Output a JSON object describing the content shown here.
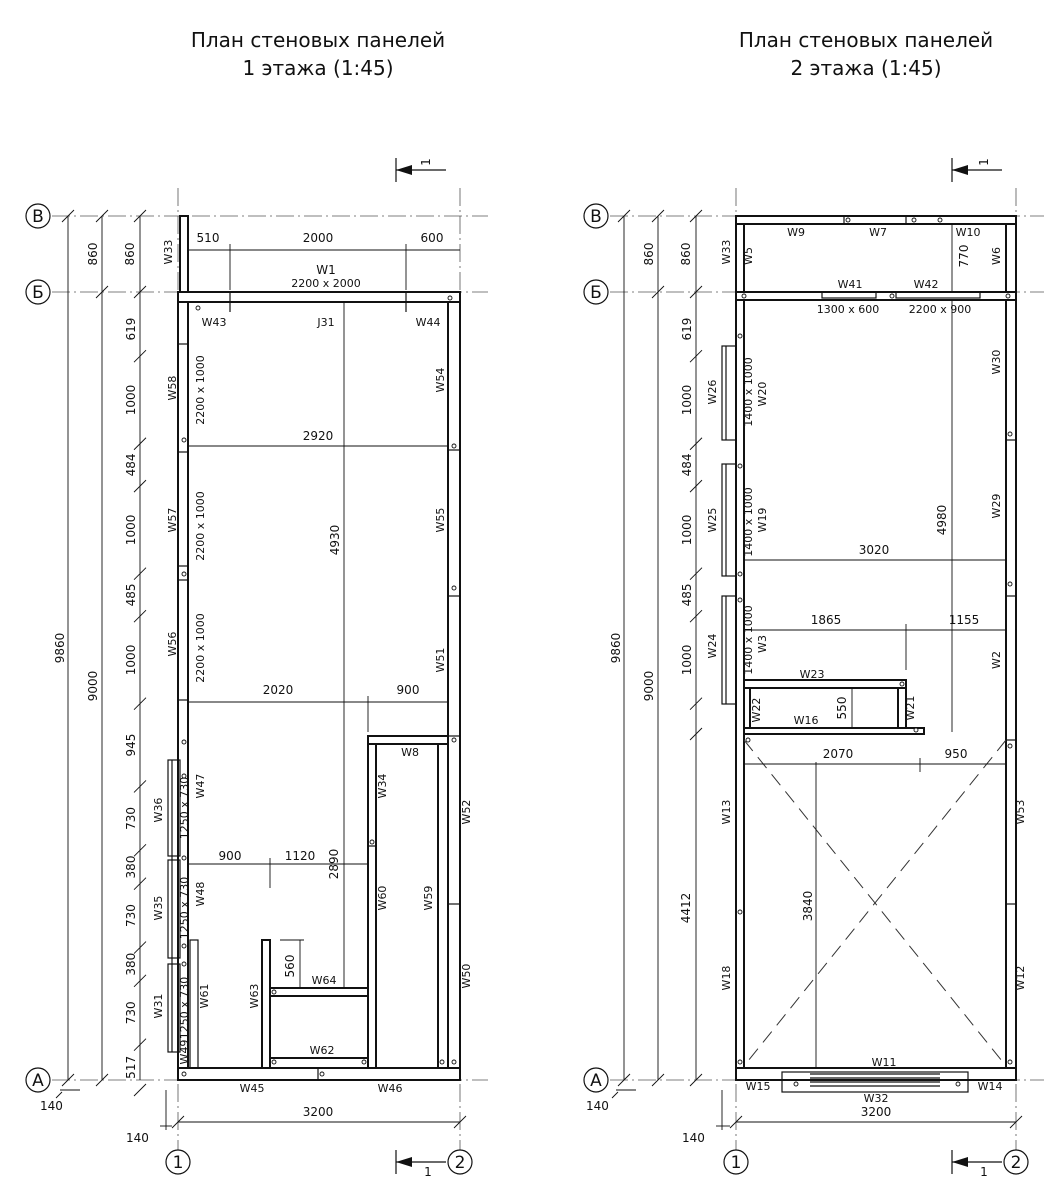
{
  "titles": {
    "left": {
      "line1": "План стеновых панелей",
      "line2": "1 этажа (1:45)"
    },
    "right": {
      "line1": "План стеновых панелей",
      "line2": "2 этажа (1:45)"
    }
  },
  "axes": {
    "A": "А",
    "B": "Б",
    "V": "В",
    "one": "1",
    "two": "2"
  },
  "section": "1",
  "floor1": {
    "overall": {
      "left": "9860",
      "mid": "9000",
      "width": "3200",
      "offset140a": "140",
      "offset140b": "140"
    },
    "top": {
      "d860a": "860",
      "d860b": "860",
      "d510": "510",
      "d2000": "2000",
      "d600": "600",
      "w1": "W1",
      "w1size": "2200 x 2000",
      "w33": "W33"
    },
    "chain": [
      "619",
      "1000",
      "484",
      "1000",
      "485",
      "1000",
      "945",
      "730",
      "380",
      "730",
      "380",
      "730",
      "517"
    ],
    "panels": {
      "w43": "W43",
      "j31": "J31",
      "w44": "W44",
      "w58": "W58",
      "w57": "W57",
      "w56": "W56",
      "w54": "W54",
      "w55": "W55",
      "w51": "W51",
      "w52": "W52",
      "w50": "W50",
      "w47": "W47",
      "w48": "W48",
      "w49": "W49",
      "w36": "W36",
      "w35": "W35",
      "w31": "W31",
      "w61": "W61",
      "w8": "W8",
      "w34": "W34",
      "w60": "W60",
      "w59": "W59",
      "w63": "W63",
      "w64": "W64",
      "w62": "W62",
      "w45": "W45",
      "w46": "W46"
    },
    "openings": {
      "o1": "2200 x 1000",
      "o2": "2200 x 1000",
      "o3": "2200 x 1000",
      "o4": "1250 x 730",
      "o5": "1250 x 730",
      "o6": "1250 x 730"
    },
    "dims": {
      "d2920": "2920",
      "d4930": "4930",
      "d2020": "2020",
      "d900a": "900",
      "d900b": "900",
      "d1120": "1120",
      "d2890": "2890",
      "d560": "560"
    }
  },
  "floor2": {
    "overall": {
      "left": "9860",
      "mid": "9000",
      "d4412": "4412",
      "width": "3200",
      "offset140a": "140",
      "offset140b": "140"
    },
    "top": {
      "d860a": "860",
      "d860b": "860",
      "w33": "W33",
      "w5": "W5",
      "w9": "W9",
      "w7": "W7",
      "w10": "W10",
      "w6": "W6",
      "d770": "770",
      "w41": "W41",
      "w42": "W42",
      "o41": "1300 x 600",
      "o42": "2200 x 900"
    },
    "chain": [
      "619",
      "1000",
      "484",
      "1000",
      "485",
      "1000"
    ],
    "panels": {
      "w26": "W26",
      "w20": "W20",
      "w25": "W25",
      "w19": "W19",
      "w24": "W24",
      "w3": "W3",
      "w30": "W30",
      "w29": "W29",
      "w2": "W2",
      "w23": "W23",
      "w22": "W22",
      "w16": "W16",
      "w21": "W21",
      "w13": "W13",
      "w18": "W18",
      "w53": "W53",
      "w12": "W12",
      "w11": "W11",
      "w32": "W32",
      "w15": "W15",
      "w14": "W14"
    },
    "openings": {
      "o1": "1400 x 1000",
      "o2": "1400 x 1000",
      "o3": "1400 x 1000"
    },
    "dims": {
      "d4980": "4980",
      "d3020": "3020",
      "d1865": "1865",
      "d1155": "1155",
      "d550": "550",
      "d2070": "2070",
      "d950": "950",
      "d3840": "3840"
    }
  }
}
